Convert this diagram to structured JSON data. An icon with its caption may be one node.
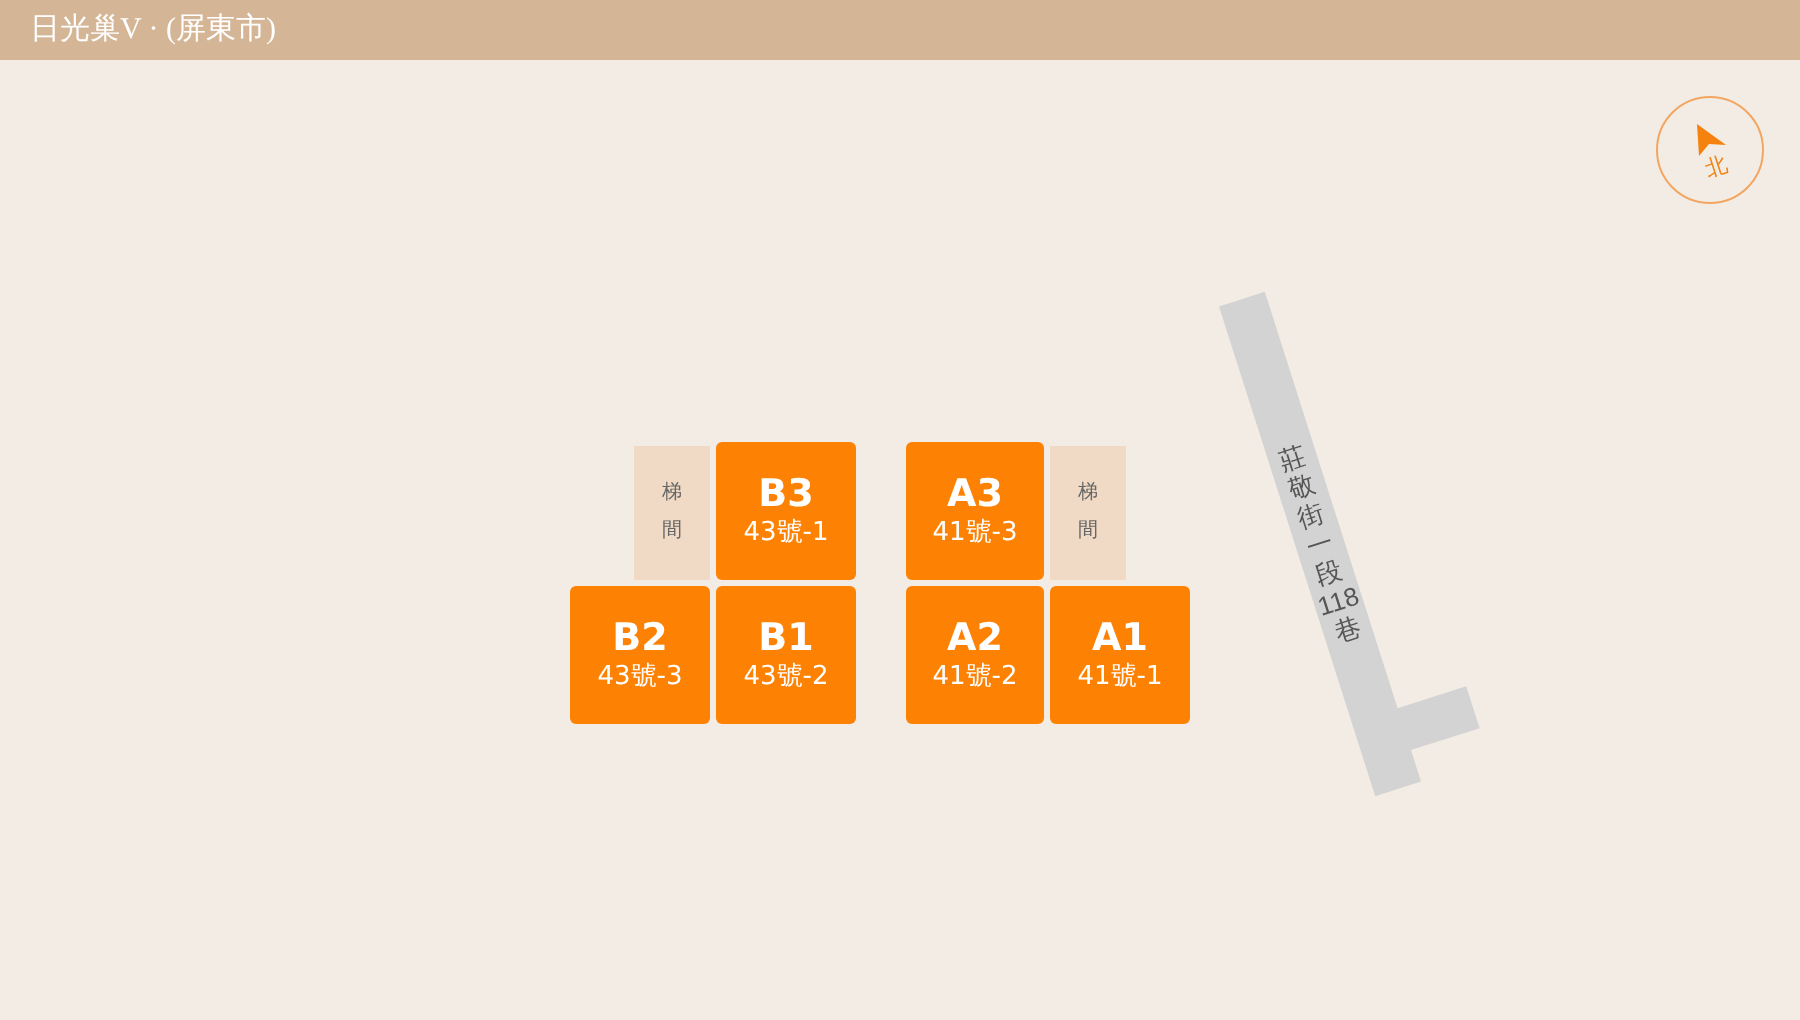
{
  "diagram": {
    "title": "日光巢V · (屏東市)",
    "nodes": [
      {
        "text": [
          "北"
        ]
      },
      {
        "text": [
          "莊敬街一段118巷"
        ]
      },
      {
        "text": [
          "梯間"
        ]
      },
      {
        "text": [
          "B3",
          "43號-1"
        ]
      },
      {
        "text": [
          "A3",
          "41號-3"
        ]
      },
      {
        "text": [
          "梯間"
        ]
      },
      {
        "text": [
          "B2",
          "43號-3"
        ]
      },
      {
        "text": [
          "B1",
          "43號-2"
        ]
      },
      {
        "text": [
          "A2",
          "41號-2"
        ]
      },
      {
        "text": [
          "A1",
          "41號-1"
        ]
      }
    ]
  }
}
